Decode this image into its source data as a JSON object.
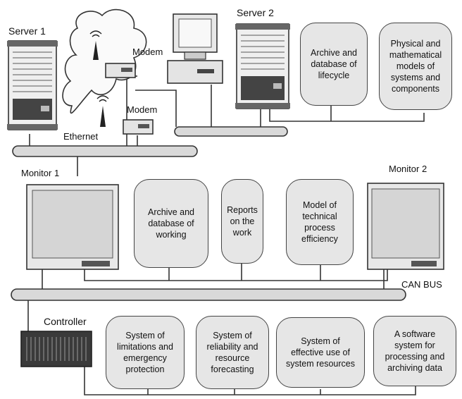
{
  "labels": {
    "server1": "Server 1",
    "server2": "Server 2",
    "modem1": "Modem",
    "modem2": "Modem",
    "ethernet": "Ethernet",
    "monitor1": "Monitor 1",
    "monitor2": "Monitor 2",
    "canbus": "CAN BUS",
    "controller": "Controller"
  },
  "boxes": {
    "archive_lifecycle": "Archive and\ndatabase of\nlifecycle",
    "physical_models": "Physical and\nmathematical\nmodels of\nsystems and\ncomponents",
    "archive_working": "Archive and\ndatabase of\nworking",
    "reports": "Reports\non the\nwork",
    "model_efficiency": "Model of\ntechnical\nprocess\nefficiency",
    "limitations": "System of\nlimitations and\nemergency\nprotection",
    "reliability": "System of\nreliability and\nresource\nforecasting",
    "effective_use": "System of\neffective use of\nsystem resources",
    "software_system": "A software\nsystem for\nprocessing and\narchiving data"
  },
  "colors": {
    "box_fill": "#e6e6e6",
    "stroke": "#444444",
    "bus_fill": "#d9d9d9"
  }
}
